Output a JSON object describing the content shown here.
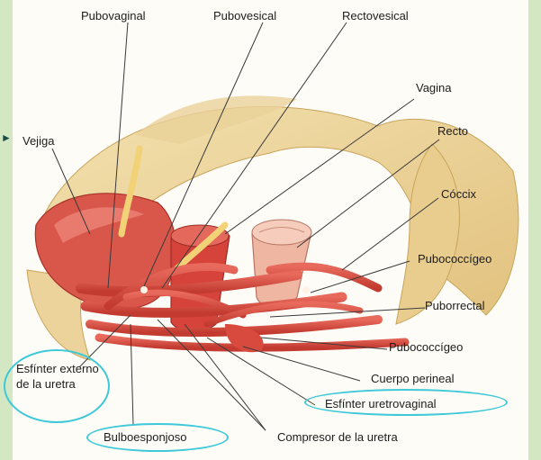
{
  "labels": {
    "pubovaginal": "Pubovaginal",
    "pubovesical": "Pubovesical",
    "rectovesical": "Rectovesical",
    "vagina": "Vagina",
    "recto": "Recto",
    "vejiga": "Vejiga",
    "coccix": "Cóccix",
    "pubococcigeo_upper": "Pubococcígeo",
    "puborrectal": "Puborrectal",
    "pubococcigeo_lower": "Pubococcígeo",
    "cuerpo_perineal": "Cuerpo perineal",
    "esfinter_uretrovaginal": "Esfínter uretrovaginal",
    "compresor_uretra": "Compresor de la uretra",
    "bulboesponjoso": "Bulboesponjoso",
    "esfinter_externo": "Esfínter externo de la uretra"
  },
  "highlight_color": "#3ec8d8",
  "background_color": "#d3e8c2"
}
